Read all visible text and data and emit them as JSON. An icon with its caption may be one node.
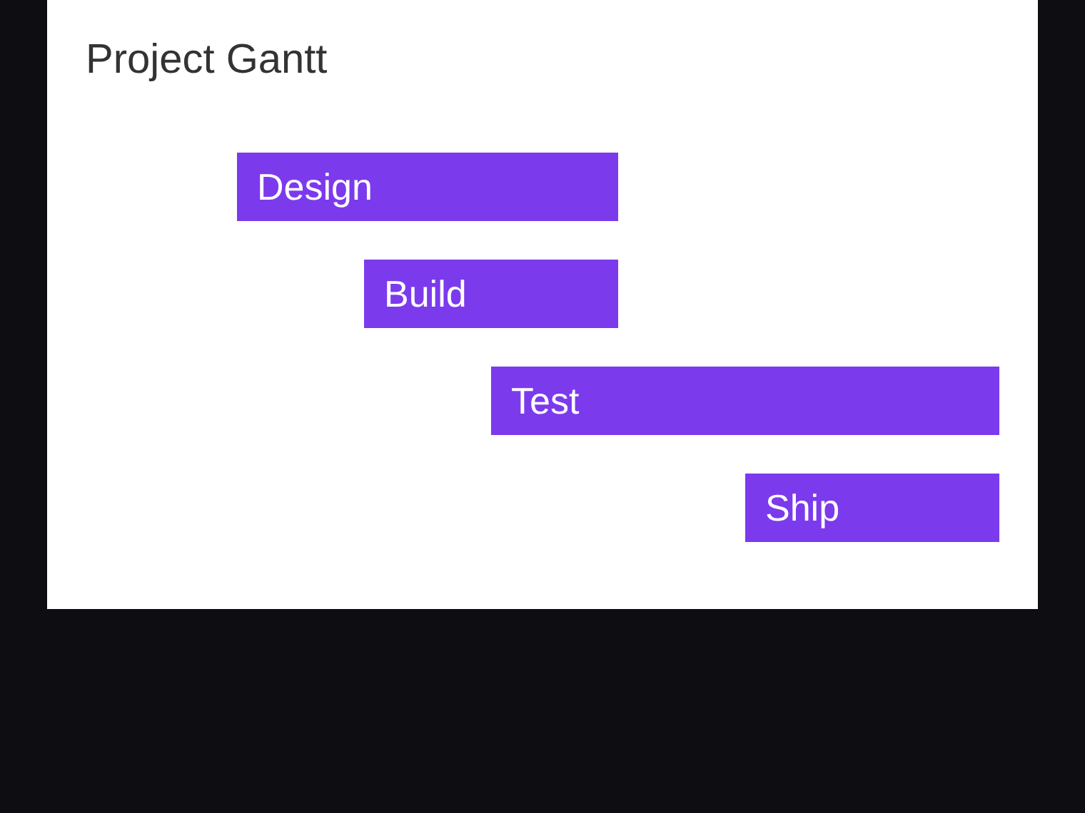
{
  "diagram": {
    "title": "Project Gantt",
    "nodes": [
      {
        "text": [
          "Design"
        ]
      },
      {
        "text": [
          "Build"
        ]
      },
      {
        "text": [
          "Test"
        ]
      },
      {
        "text": [
          "Ship"
        ]
      }
    ]
  }
}
